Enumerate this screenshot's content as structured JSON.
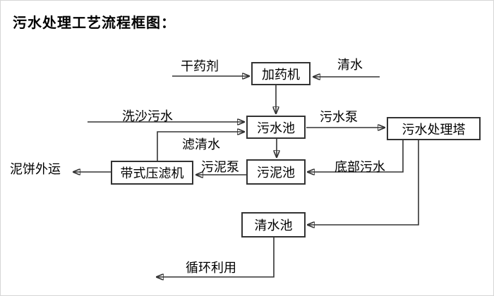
{
  "title": "污水处理工艺流程框图：",
  "nodes": {
    "dosing_machine": "加药机",
    "sewage_pool": "污水池",
    "treatment_tower": "污水处理塔",
    "belt_filter_press": "带式压滤机",
    "sludge_pool": "污泥池",
    "clean_water_pool": "清水池"
  },
  "edge_labels": {
    "dry_agent": "干药剂",
    "clean_water": "清水",
    "sand_washing_sewage": "洗沙污水",
    "sewage_pump": "污水泵",
    "filtered_clean_water": "滤清水",
    "mud_cake_outbound": "泥饼外运",
    "sludge_pump": "污泥泵",
    "bottom_sewage": "底部污水",
    "recycling": "循环利用"
  },
  "colors": {
    "line": "#333333",
    "text": "#000000",
    "box_border": "#333333",
    "background": "#ffffff"
  }
}
